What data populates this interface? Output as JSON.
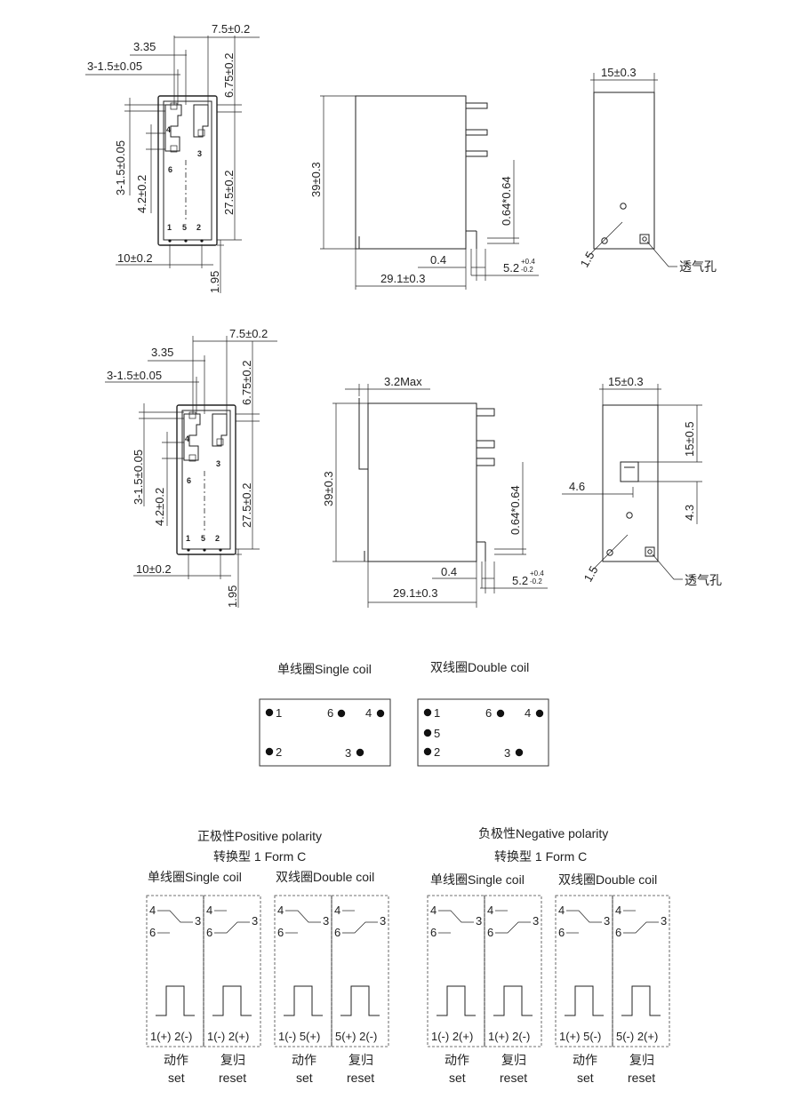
{
  "top_view_1": {
    "dim_7_5": "7.5±0.2",
    "dim_3_35": "3.35",
    "dim_3_1_5": "3-1.5±0.05",
    "dim_6_75": "6.75±0.2",
    "dim_3_1_5_v": "3-1.5±0.05",
    "dim_4_2": "4.2±0.2",
    "dim_27_5": "27.5±0.2",
    "dim_10": "10±0.2",
    "dim_1_95": "1.95",
    "pins": [
      "4",
      "3",
      "6",
      "1",
      "5",
      "2"
    ]
  },
  "side_view_1": {
    "dim_39": "39±0.3",
    "dim_0_64": "0.64*0.64",
    "dim_0_4": "0.4",
    "dim_5_2": "5.2",
    "tol_plus": "+0.4",
    "tol_minus": "-0.2",
    "dim_29_1": "29.1±0.3"
  },
  "end_view_1": {
    "dim_15": "15±0.3",
    "dim_1_5": "1.5",
    "vent_label": "透气孔"
  },
  "top_view_2": {
    "dim_7_5": "7.5±0.2",
    "dim_3_35": "3.35",
    "dim_3_1_5": "3-1.5±0.05",
    "dim_6_75": "6.75±0.2",
    "dim_3_1_5_v": "3-1.5±0.05",
    "dim_4_2": "4.2±0.2",
    "dim_27_5": "27.5±0.2",
    "dim_10": "10±0.2",
    "dim_1_95": "1.95",
    "pins": [
      "4",
      "3",
      "6",
      "1",
      "5",
      "2"
    ]
  },
  "side_view_2": {
    "dim_3_2": "3.2Max",
    "dim_39": "39±0.3",
    "dim_0_64": "0.64*0.64",
    "dim_0_4": "0.4",
    "dim_5_2": "5.2",
    "tol_plus": "+0.4",
    "tol_minus": "-0.2",
    "dim_29_1": "29.1±0.3"
  },
  "end_view_2": {
    "dim_15": "15±0.3",
    "dim_15_5": "15±0.5",
    "dim_4_6": "4.6",
    "dim_4_3": "4.3",
    "dim_1_5": "1.5",
    "vent_label": "透气孔"
  },
  "pinouts": {
    "single": {
      "title": "单线圈Single coil",
      "pins": [
        "1",
        "6",
        "4",
        "2",
        "3"
      ]
    },
    "double": {
      "title": "双线圈Double coil",
      "pins": [
        "1",
        "6",
        "4",
        "5",
        "2",
        "3"
      ]
    }
  },
  "polarity": {
    "positive": {
      "title": "正极性Positive polarity",
      "form": "转换型 1 Form C",
      "single_title": "单线圈Single coil",
      "double_title": "双线圈Double coil",
      "panels": [
        {
          "top4": "4",
          "top3": "3",
          "top6": "6",
          "pins": "1(+) 2(-)",
          "cn": "动作",
          "en": "set"
        },
        {
          "top4": "4",
          "top3": "3",
          "top6": "6",
          "pins": "1(-) 2(+)",
          "cn": "复归",
          "en": "reset"
        },
        {
          "top4": "4",
          "top3": "3",
          "top6": "6",
          "pins": "1(-) 5(+)",
          "cn": "动作",
          "en": "set"
        },
        {
          "top4": "4",
          "top3": "3",
          "top6": "6",
          "pins": "5(+) 2(-)",
          "cn": "复归",
          "en": "reset"
        }
      ]
    },
    "negative": {
      "title": "负极性Negative polarity",
      "form": "转换型 1 Form C",
      "single_title": "单线圈Single coil",
      "double_title": "双线圈Double coil",
      "panels": [
        {
          "top4": "4",
          "top3": "3",
          "top6": "6",
          "pins": "1(-) 2(+)",
          "cn": "动作",
          "en": "set"
        },
        {
          "top4": "4",
          "top3": "3",
          "top6": "6",
          "pins": "1(+) 2(-)",
          "cn": "复归",
          "en": "reset"
        },
        {
          "top4": "4",
          "top3": "3",
          "top6": "6",
          "pins": "1(+) 5(-)",
          "cn": "动作",
          "en": "set"
        },
        {
          "top4": "4",
          "top3": "3",
          "top6": "6",
          "pins": "5(-) 2(+)",
          "cn": "复归",
          "en": "reset"
        }
      ]
    }
  }
}
